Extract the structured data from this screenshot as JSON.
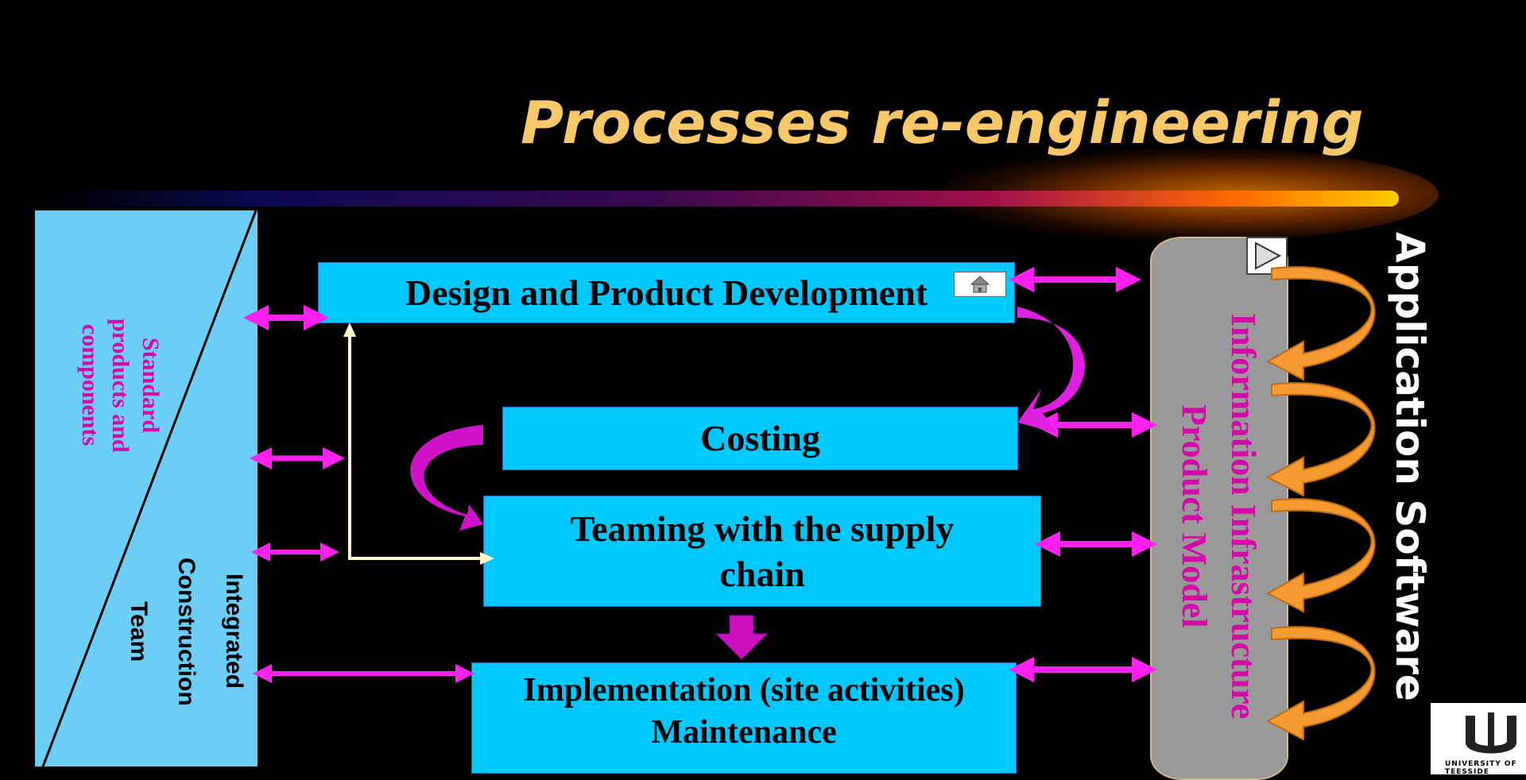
{
  "title": "Processes re-engineering",
  "boxes": {
    "design": "Design and Product Development",
    "costing": "Costing",
    "teaming": "Teaming with the supply chain",
    "implementation": "Implementation (site activities) Maintenance"
  },
  "left_panel": {
    "upper": [
      "Standard",
      "products and",
      "components"
    ],
    "lower": [
      "Integrated",
      "Construction",
      "Team"
    ]
  },
  "cylinder": [
    "Information Infrastructure",
    "Product Model"
  ],
  "side_label": "Application Software",
  "logo_text": "UNIVERSITY OF TEESSIDE",
  "colors": {
    "box": "#00c8ff",
    "arrow": "#ff22ee",
    "title": "#f7c86a",
    "panel": "#6ccdf6",
    "cylinder": "#999999",
    "orange_arrow": "#f59a30"
  }
}
